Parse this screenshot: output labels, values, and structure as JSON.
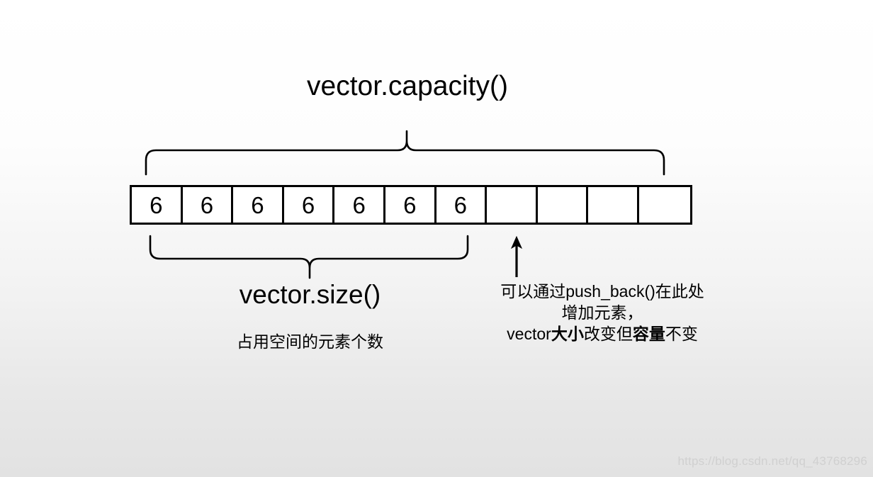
{
  "slide": {
    "background_top_color": "#ffffff",
    "background_bottom_color": "#e2e2e2",
    "stroke_color": "#000000"
  },
  "capacity_label": "vector.capacity()",
  "size_label": "vector.size()",
  "size_sublabel": "占用空间的元素个数",
  "array": {
    "total_cells": 11,
    "filled_cells": 7,
    "empty_cells": 4,
    "cells": [
      {
        "value": "6",
        "filled": true
      },
      {
        "value": "6",
        "filled": true
      },
      {
        "value": "6",
        "filled": true
      },
      {
        "value": "6",
        "filled": true
      },
      {
        "value": "6",
        "filled": true
      },
      {
        "value": "6",
        "filled": true
      },
      {
        "value": "6",
        "filled": true
      },
      {
        "value": "",
        "filled": false
      },
      {
        "value": "",
        "filled": false
      },
      {
        "value": "",
        "filled": false
      },
      {
        "value": "",
        "filled": false
      }
    ]
  },
  "push_back_note": {
    "line1": "可以通过push_back()在此处",
    "line2": "增加元素，",
    "line3_prefix": "vector",
    "line3_bold1": "大小",
    "line3_mid": "改变但",
    "line3_bold2": "容量",
    "line3_suffix": "不变"
  },
  "watermark": "https://blog.csdn.net/qq_43768296"
}
